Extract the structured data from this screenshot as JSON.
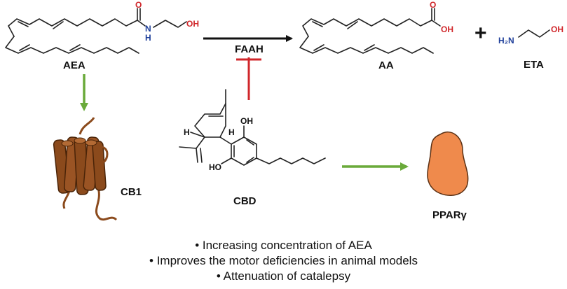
{
  "molecules": {
    "aea": {
      "label": "AEA",
      "carbonyl_o": "O",
      "amide_n": "N",
      "amide_h": "H",
      "hydroxyl": "OH"
    },
    "aa": {
      "label": "AA",
      "carbonyl_o": "O",
      "hydroxyl": "OH"
    },
    "eta": {
      "label": "ETA",
      "amine_h2": "H₂N",
      "hydroxyl": "OH"
    },
    "cbd": {
      "label": "CBD",
      "hydroxyl_top": "OH",
      "hydroxyl_bottom": "HO",
      "stereo_h_left": "H",
      "stereo_h_right": "H"
    }
  },
  "plus_sign": "+",
  "enzyme": {
    "label": "FAAH"
  },
  "receptors": {
    "cb1": {
      "label": "CB1"
    },
    "ppar": {
      "label": "PPARγ"
    }
  },
  "colors": {
    "activation_arrow": "#6aaa3a",
    "inhibition": "#d0262a",
    "reaction_arrow": "#111111",
    "cb1_fill": "#8b4a1c",
    "ppar_fill": "#ef8a4c",
    "oxygen": "#d0262a",
    "nitrogen": "#1f3f9a"
  },
  "effects": [
    "• Increasing concentration of AEA",
    "• Improves the motor deficiencies in animal models",
    "• Attenuation of catalepsy"
  ]
}
